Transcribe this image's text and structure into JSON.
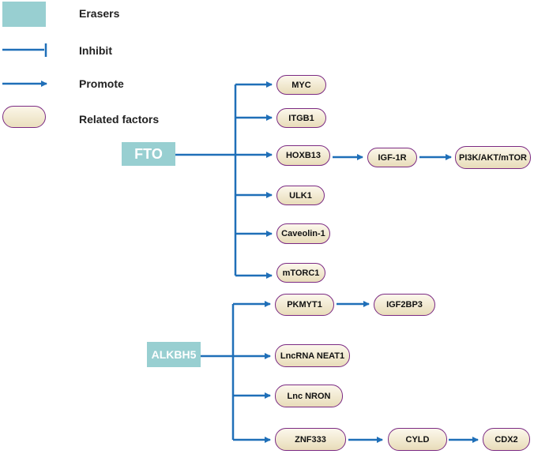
{
  "legend": {
    "erasers": "Erasers",
    "inhibit": "Inhibit",
    "promote": "Promote",
    "related": "Related factors"
  },
  "colors": {
    "arrow": "#1f6fb8",
    "eraser": "#98cfd1",
    "pill_border": "#7b2a83"
  },
  "fto": {
    "label": "FTO",
    "targets": [
      "MYC",
      "ITGB1",
      "HOXB13",
      "ULK1",
      "Caveolin-1",
      "mTORC1"
    ],
    "chain": [
      "IGF-1R",
      "PI3K/AKT/mTOR"
    ]
  },
  "alkbh5": {
    "label": "ALKBH5",
    "targets": [
      "PKMYT1",
      "LncRNA NEAT1",
      "Lnc NRON",
      "ZNF333"
    ],
    "pkmyt1_chain": [
      "IGF2BP3"
    ],
    "znf333_chain": [
      "CYLD",
      "CDX2"
    ]
  }
}
